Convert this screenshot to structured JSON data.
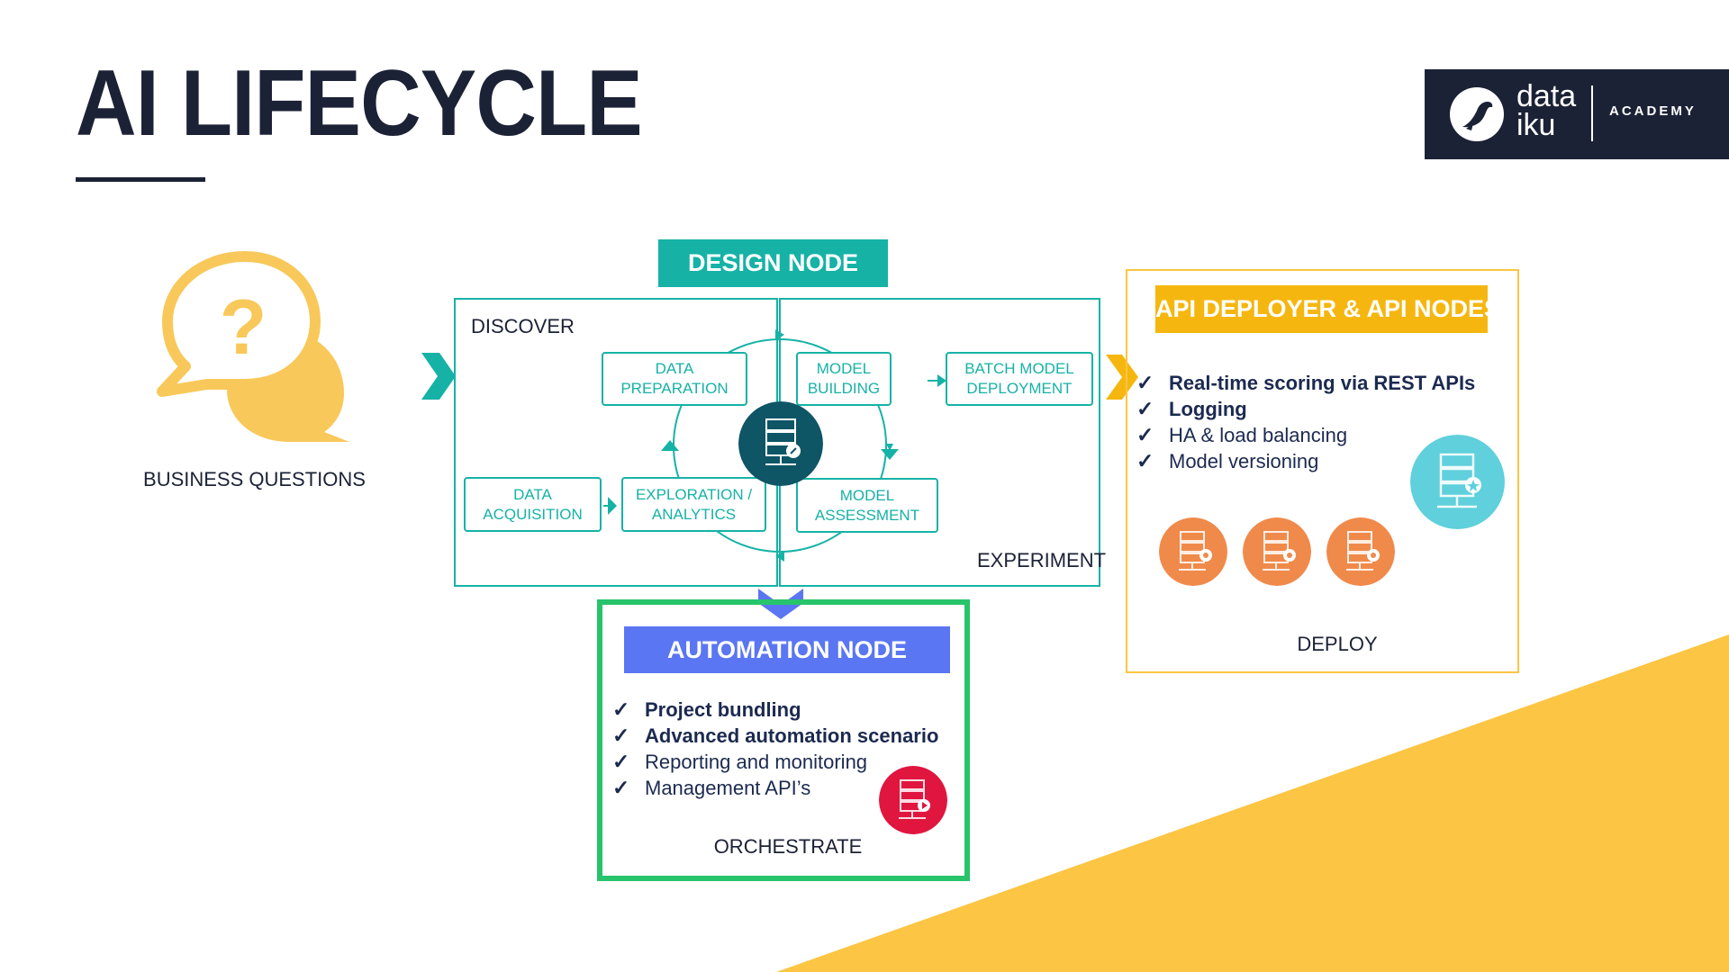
{
  "title": "AI LIFECYCLE",
  "logo": {
    "word_top": "data",
    "word_bottom": "iku",
    "academy": "ACADEMY"
  },
  "business_questions": {
    "icon": "question-bubble-icon",
    "label": "BUSINESS QUESTIONS"
  },
  "design_node": {
    "header": "DESIGN NODE",
    "discover_label": "DISCOVER",
    "experiment_label": "EXPERIMENT",
    "steps": {
      "data_preparation": "DATA PREPARATION",
      "model_building": "MODEL BUILDING",
      "batch_model_deployment": "BATCH MODEL DEPLOYMENT",
      "data_acquisition": "DATA ACQUISITION",
      "exploration_analytics": "EXPLORATION / ANALYTICS",
      "model_assessment": "MODEL ASSESSMENT"
    }
  },
  "automation_node": {
    "header": "AUTOMATION NODE",
    "items": [
      {
        "text": "Project bundling",
        "bold": true
      },
      {
        "text": "Advanced automation scenario",
        "bold": true
      },
      {
        "text": "Reporting and monitoring",
        "bold": false
      },
      {
        "text": "Management API’s",
        "bold": false
      }
    ],
    "label": "ORCHESTRATE"
  },
  "api_deployer": {
    "header": "API DEPLOYER & API NODES",
    "items": [
      {
        "text": "Real-time scoring via REST APIs",
        "bold": true
      },
      {
        "text": "Logging",
        "bold": true
      },
      {
        "text": "HA & load balancing",
        "bold": false
      },
      {
        "text": "Model versioning",
        "bold": false
      }
    ],
    "label": "DEPLOY"
  },
  "check_mark": "✓",
  "colors": {
    "navy": "#1c2236",
    "teal": "#16b2a6",
    "dark_teal": "#0e5566",
    "green": "#27c46b",
    "blue": "#5b76f2",
    "yellow": "#fcc543",
    "orange": "#f08a4b",
    "red": "#e0163f",
    "light_cyan": "#5fd0dc"
  }
}
